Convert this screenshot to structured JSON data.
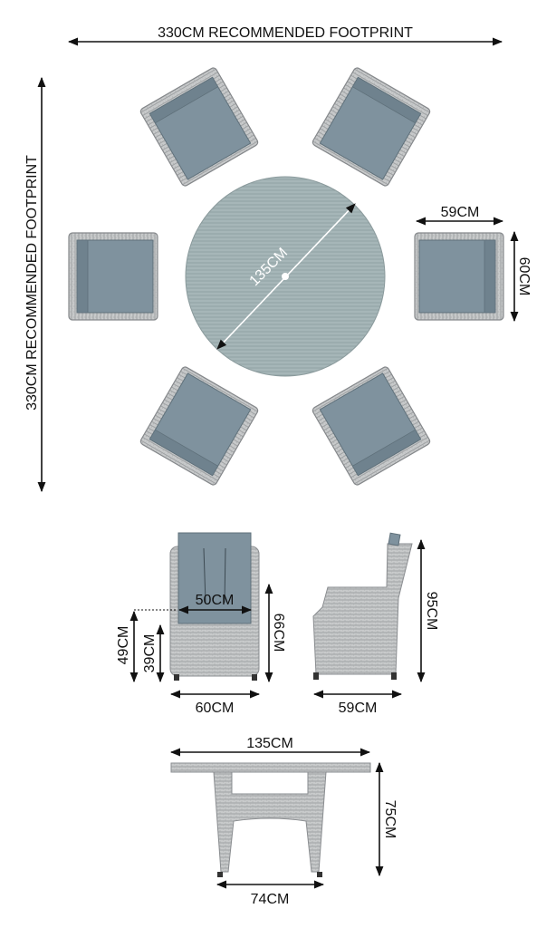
{
  "top_view": {
    "footprint_width_label": "330CM RECOMMENDED FOOTPRINT",
    "footprint_depth_label": "330CM RECOMMENDED FOOTPRINT",
    "table_diameter_label": "135CM",
    "chair_width_label": "59CM",
    "chair_depth_label": "60CM"
  },
  "chair_front_view": {
    "seat_width_label": "50CM",
    "armrest_height_label": "66CM",
    "seat_height_label": "49CM",
    "inner_height_label": "39CM",
    "overall_width_label": "60CM"
  },
  "chair_side_view": {
    "height_label": "95CM",
    "depth_label": "59CM"
  },
  "table_side_view": {
    "top_width_label": "135CM",
    "height_label": "75CM",
    "base_width_label": "74CM"
  },
  "colors": {
    "cushion": "#7f929e",
    "wicker": "#c9cbcc",
    "table_top": "#9fb1b3"
  }
}
